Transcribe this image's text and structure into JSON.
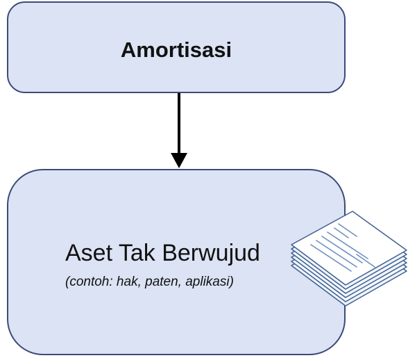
{
  "top_box": {
    "label": "Amortisasi"
  },
  "bottom_box": {
    "title": "Aset Tak Berwujud",
    "example": "(contoh: hak, paten, aplikasi)"
  },
  "icons": {
    "documents": "document-stack-icon",
    "arrow": "arrow-down-icon"
  },
  "colors": {
    "box_fill": "#dbe3f4",
    "box_border": "#3c4a7a",
    "arrow": "#000000"
  }
}
